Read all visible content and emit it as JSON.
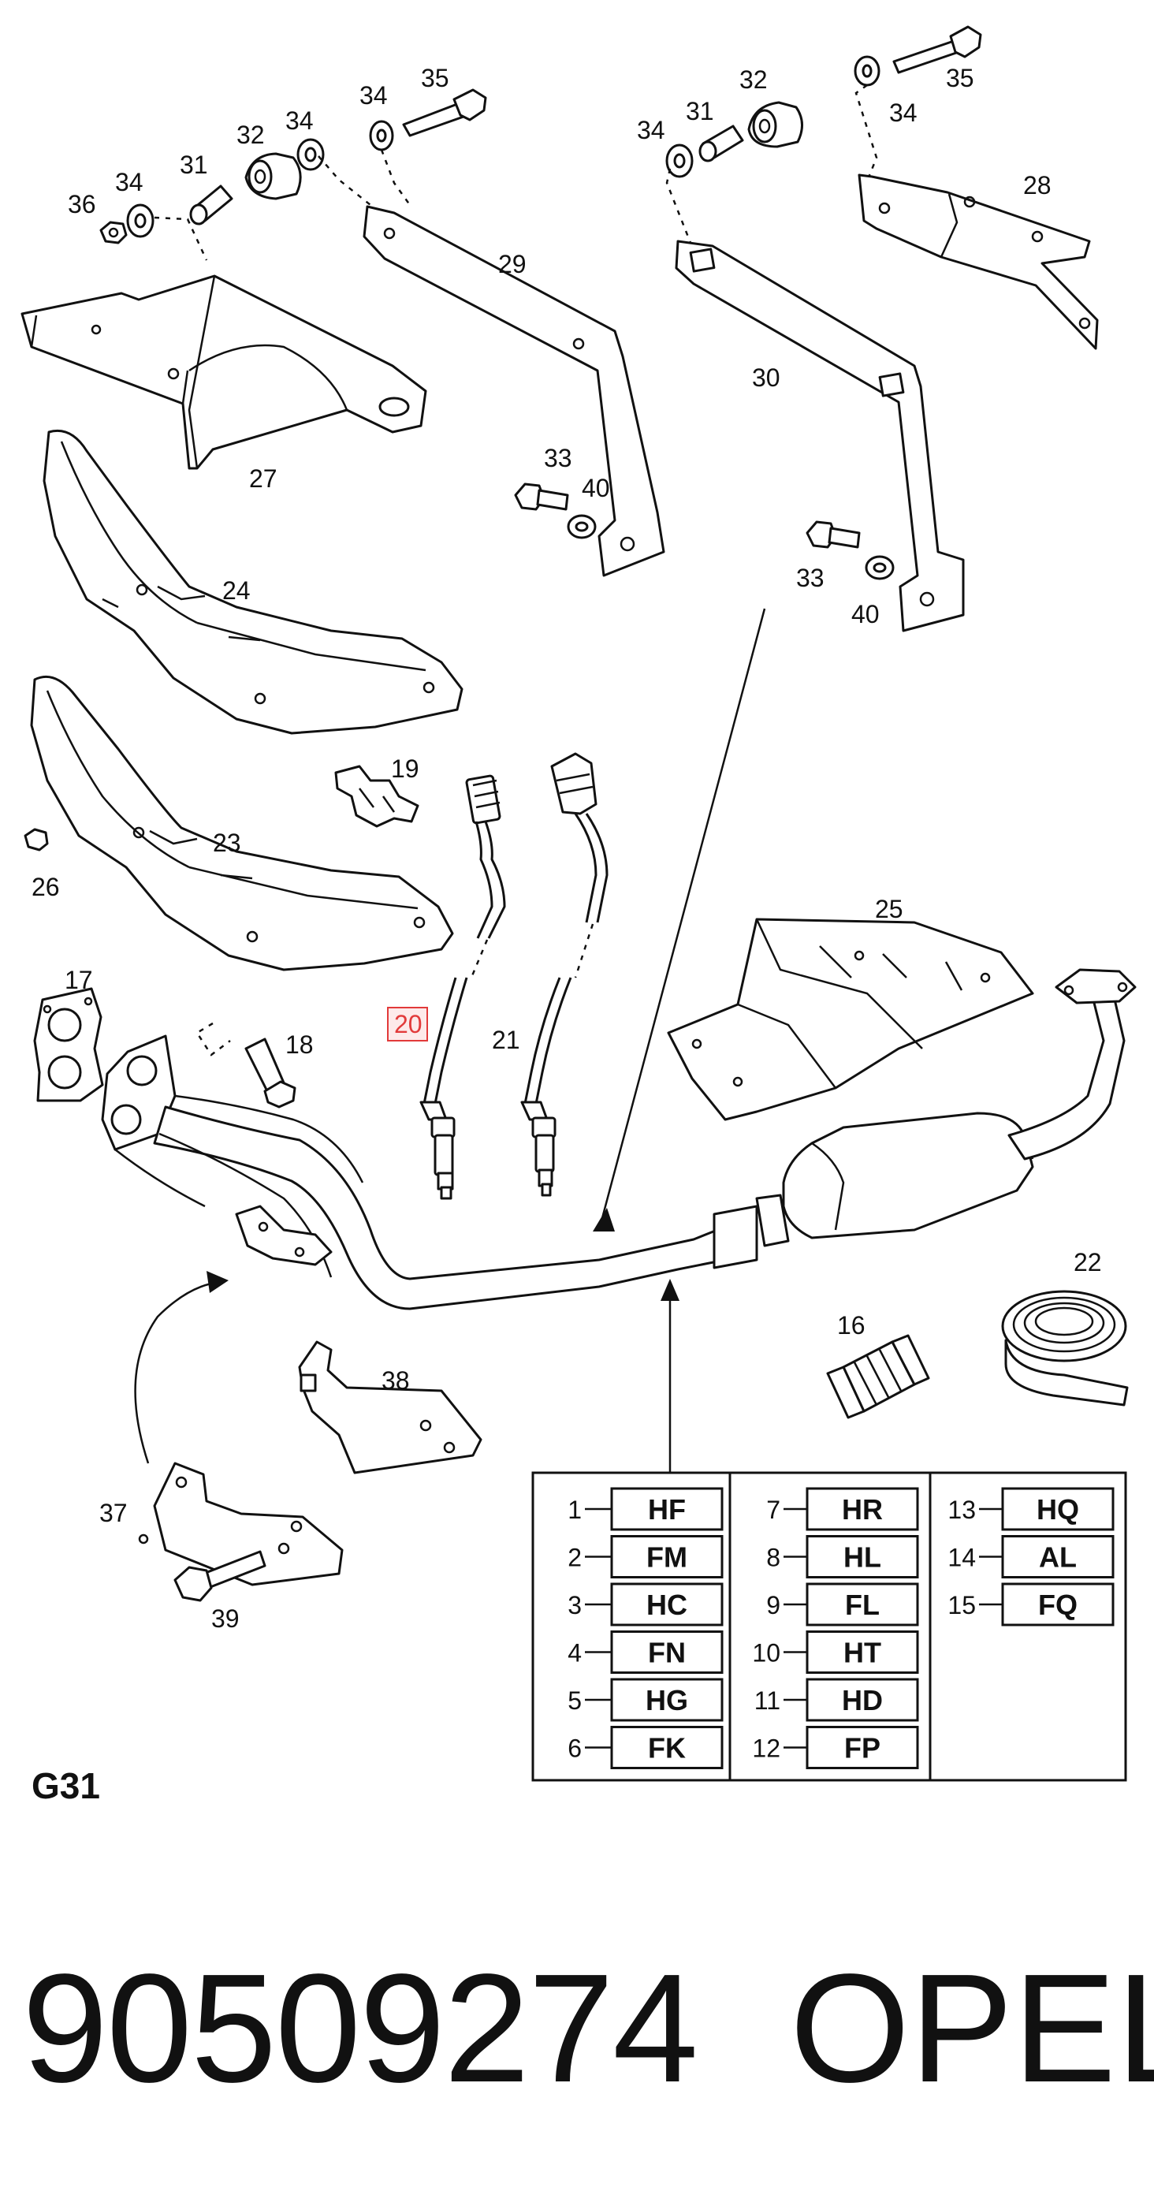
{
  "diagram": {
    "id": "G31",
    "part_number": "90509274",
    "brand": "OPEL",
    "highlighted_callout": "20",
    "callouts": {
      "c36": "36",
      "c34a": "34",
      "c31a": "31",
      "c32a": "32",
      "c34b": "34",
      "c34c": "34",
      "c35a": "35",
      "c29": "29",
      "c27": "27",
      "c34d": "34",
      "c31b": "31",
      "c32b": "32",
      "c34e": "34",
      "c35b": "35",
      "c28": "28",
      "c30": "30",
      "c33a": "33",
      "c40a": "40",
      "c33b": "33",
      "c40b": "40",
      "c24": "24",
      "c19": "19",
      "c23": "23",
      "c26": "26",
      "c25": "25",
      "c17": "17",
      "c18": "18",
      "c20": "20",
      "c21": "21",
      "c22": "22",
      "c16": "16",
      "c38": "38",
      "c37": "37",
      "c39": "39"
    },
    "code_table": [
      [
        {
          "num": "1",
          "code": "HF"
        },
        {
          "num": "2",
          "code": "FM"
        },
        {
          "num": "3",
          "code": "HC"
        },
        {
          "num": "4",
          "code": "FN"
        },
        {
          "num": "5",
          "code": "HG"
        },
        {
          "num": "6",
          "code": "FK"
        }
      ],
      [
        {
          "num": "7",
          "code": "HR"
        },
        {
          "num": "8",
          "code": "HL"
        },
        {
          "num": "9",
          "code": "FL"
        },
        {
          "num": "10",
          "code": "HT"
        },
        {
          "num": "11",
          "code": "HD"
        },
        {
          "num": "12",
          "code": "FP"
        }
      ],
      [
        {
          "num": "13",
          "code": "HQ"
        },
        {
          "num": "14",
          "code": "AL"
        },
        {
          "num": "15",
          "code": "FQ"
        }
      ]
    ],
    "colors": {
      "line": "#111111",
      "highlight": "#e23a3a"
    }
  }
}
